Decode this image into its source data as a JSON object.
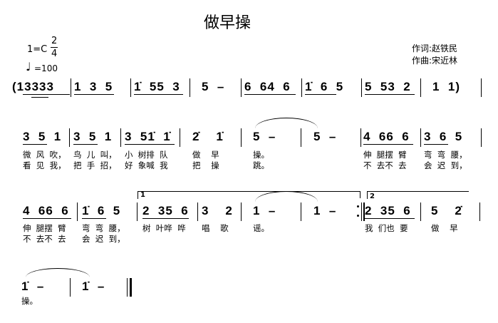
{
  "header": {
    "title": "做早操",
    "key": "1=C",
    "time_top": "2",
    "time_bottom": "4",
    "tempo_note": "♩",
    "tempo": "=100",
    "lyricist": "作词:赵铁民",
    "composer": "作曲:宋近林"
  },
  "rows": [
    {
      "measures": [
        {
          "notes": "(13333"
        },
        {
          "notes": "1  3  5"
        },
        {
          "notes": "1̇  55  3"
        },
        {
          "notes": "5  –"
        },
        {
          "notes": "6  64  6"
        },
        {
          "notes": "1̇  6  5"
        },
        {
          "notes": "5  53  2"
        },
        {
          "notes": "1  1)"
        }
      ]
    },
    {
      "measures": [
        {
          "notes": "3  5  1",
          "l1": "微  风  吹，",
          "l2": "看  见  我，"
        },
        {
          "notes": "3  5  1",
          "l1": "鸟  儿  叫，",
          "l2": "把  手  招，"
        },
        {
          "notes": "3  51̇  1̇",
          "l1": "小  树排  队",
          "l2": "好  象喊  我"
        },
        {
          "notes": "2̇    1̇",
          "l1": "做    早",
          "l2": "把    操"
        },
        {
          "notes": "5  –",
          "l1": "操。",
          "l2": "跳。"
        },
        {
          "notes": "5  –"
        },
        {
          "notes": "4  66  6",
          "l1": "伸  腿摆  臂",
          "l2": "不  去不  去"
        },
        {
          "notes": "3  6  5",
          "l1": "弯  弯  腰，",
          "l2": "会  迟  到，"
        }
      ]
    },
    {
      "volta1": "1",
      "volta2": "2",
      "measures": [
        {
          "notes": "4  66  6",
          "l1": "伸  腿摆  臂",
          "l2": "不  去不  去"
        },
        {
          "notes": "1̇  6  5",
          "l1": "弯  弯  腰，",
          "l2": "会  迟  到，"
        },
        {
          "notes": "2  35  6",
          "l1": "树  叶哗  哗"
        },
        {
          "notes": "3    2",
          "l1": "唱    歌"
        },
        {
          "notes": "1  –",
          "l1": "谣。"
        },
        {
          "notes": "1  –"
        },
        {
          "notes": "2  35  6",
          "l1": "我  们也  要"
        },
        {
          "notes": "5    2̇",
          "l1": "做    早"
        }
      ]
    },
    {
      "measures": [
        {
          "notes": "1̇  –",
          "l1": "操。"
        },
        {
          "notes": "1̇  –"
        }
      ]
    }
  ]
}
